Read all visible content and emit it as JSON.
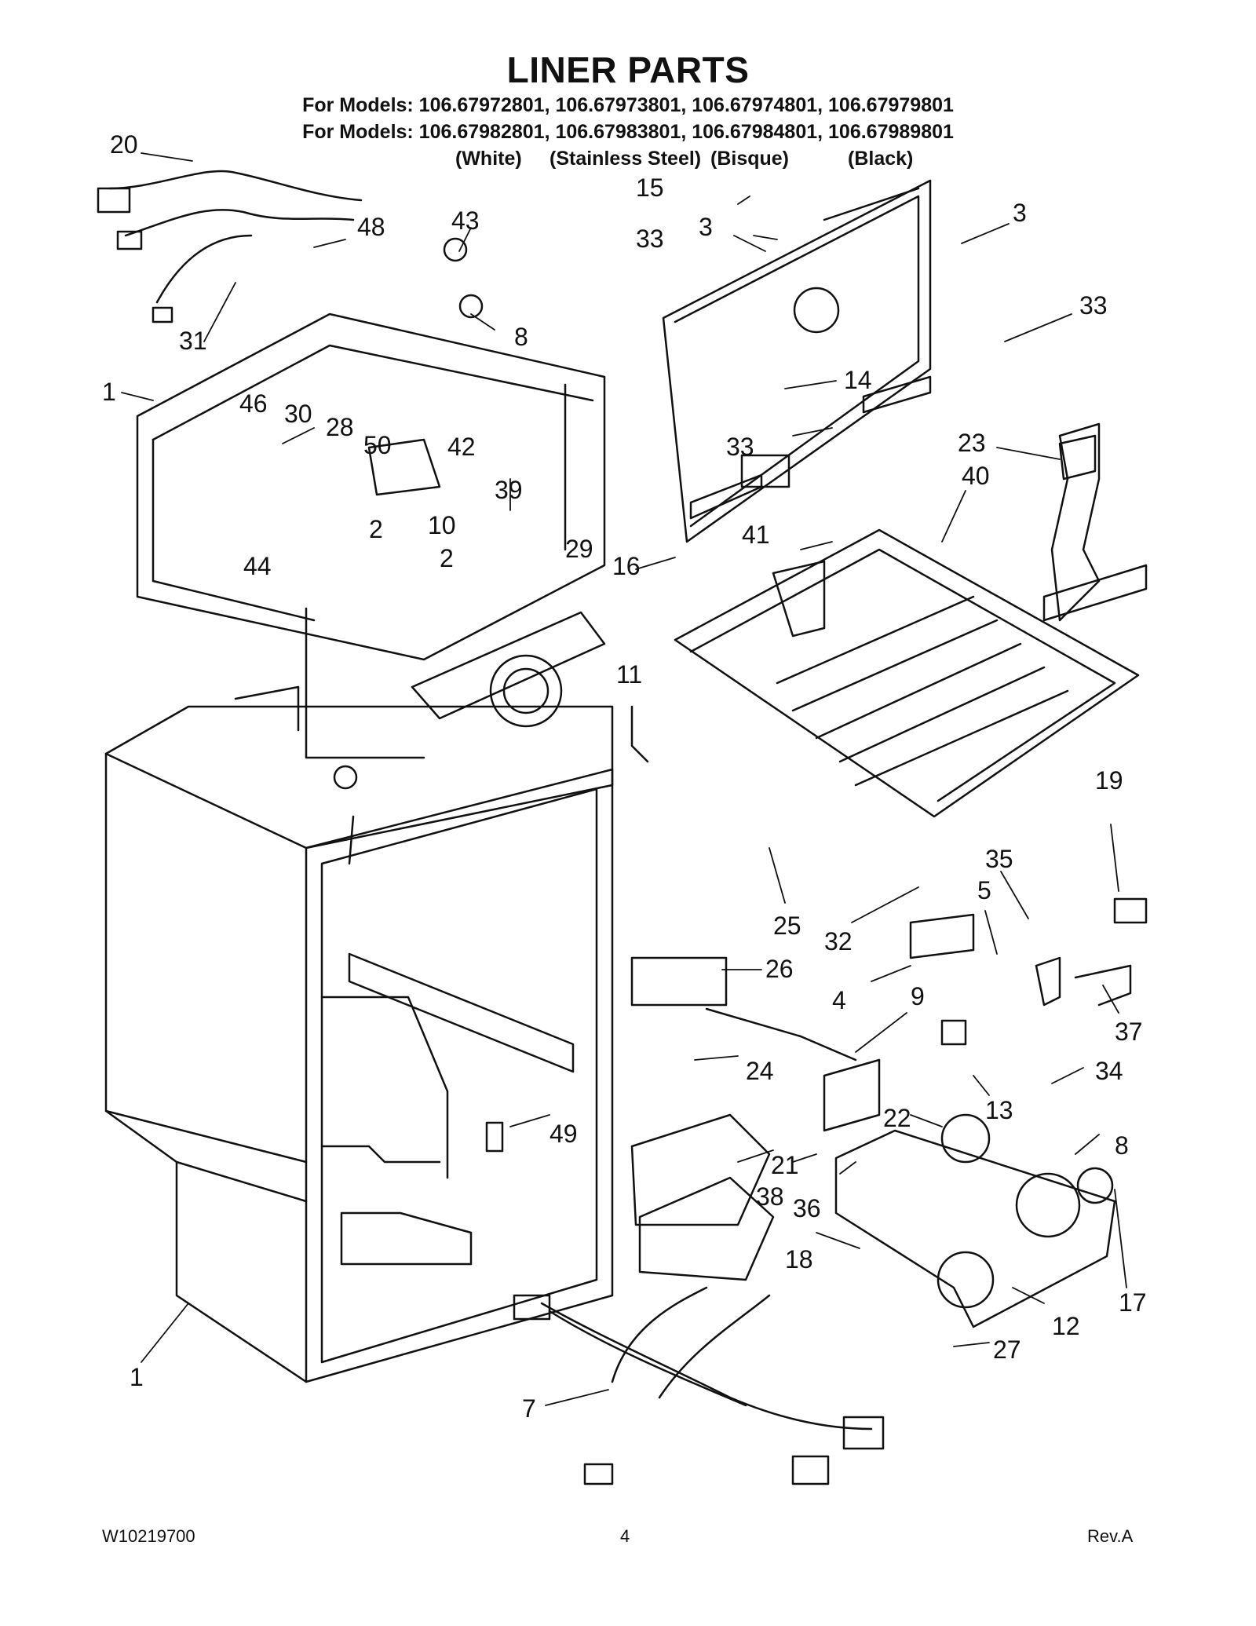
{
  "header": {
    "title": "LINER PARTS",
    "models_line_1": "For Models: 106.67972801, 106.67973801, 106.67974801, 106.67979801",
    "models_line_2": "For Models: 106.67982801, 106.67983801, 106.67984801, 106.67989801",
    "colors": [
      "(White)",
      "(Stainless Steel)",
      "(Bisque)",
      "(Black)"
    ]
  },
  "callouts": [
    "20",
    "31",
    "48",
    "43",
    "8",
    "15",
    "33",
    "3",
    "3",
    "33",
    "1",
    "46",
    "30",
    "28",
    "50",
    "42",
    "39",
    "14",
    "33",
    "23",
    "40",
    "2",
    "10",
    "2",
    "44",
    "29",
    "16",
    "41",
    "11",
    "19",
    "35",
    "5",
    "25",
    "32",
    "26",
    "4",
    "9",
    "37",
    "24",
    "13",
    "34",
    "22",
    "8",
    "49",
    "21",
    "38",
    "36",
    "18",
    "17",
    "12",
    "27",
    "1",
    "7"
  ],
  "footer": {
    "doc_number": "W10219700",
    "page_number": "4",
    "revision": "Rev.A"
  }
}
